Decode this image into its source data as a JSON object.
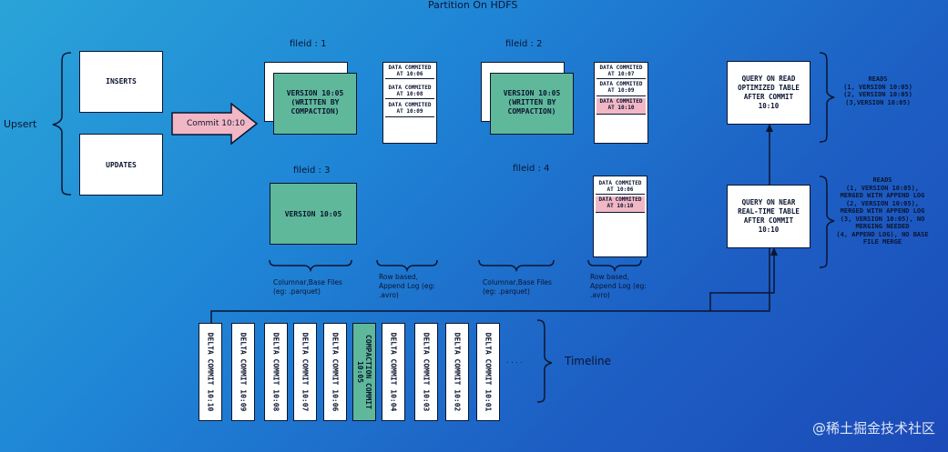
{
  "title": "Partition On HDFS",
  "upsert": {
    "label": "Upsert",
    "inserts": "INSERTS",
    "updates": "UPDATES",
    "commit_arrow": "Commit 10:10"
  },
  "fileids": [
    {
      "label": "fileid : 1",
      "base": "VERSION 10:05\n(WRITTEN BY\nCOMPACTION)",
      "log": [
        {
          "text": "DATA COMMITED\nAT 10:06",
          "highlight": false
        },
        {
          "text": "DATA COMMITED\nAT 10:08",
          "highlight": false
        },
        {
          "text": "DATA COMMITED\nAT 10:09",
          "highlight": false
        }
      ]
    },
    {
      "label": "fileid : 2",
      "base": "VERSION 10:05\n(WRITTEN BY\nCOMPACTION)",
      "log": [
        {
          "text": "DATA COMMITED\nAT 10:07",
          "highlight": false
        },
        {
          "text": "DATA COMMITED\nAT 10:09",
          "highlight": false
        },
        {
          "text": "DATA COMMITED\nAT 10:10",
          "highlight": true
        }
      ]
    },
    {
      "label": "fileid : 3",
      "base": "VERSION 10:05",
      "log": []
    },
    {
      "label": "fileid : 4",
      "base": "",
      "log": [
        {
          "text": "DATA COMMITED\nAT 10:06",
          "highlight": false
        },
        {
          "text": "DATA COMMITED\nAT 10:10",
          "highlight": true
        }
      ]
    }
  ],
  "notes": {
    "columnar_1": "Columnar,Base Files\n(eg: .parquet)",
    "rowbased_1": "Row based,\nAppend Log (eg:\n.avro)",
    "columnar_2": "Columnar,Base Files\n(eg: .parquet)",
    "rowbased_2": "Row based,\nAppend Log (eg:\n.avro)"
  },
  "queries": {
    "read_optimized": "QUERY ON READ\nOPTIMIZED TABLE\nAFTER COMMIT\n10:10",
    "near_realtime": "QUERY ON NEAR\nREAL-TIME TABLE\nAFTER COMMIT\n10:10",
    "reads_1": "READS\n(1, VERSION 10:05)\n(2, VERSION 10:05)\n(3,VERSION 10:05)",
    "reads_2": "READS\n(1, VERSION 10:05),\nMERGED WITH APPEND LOG\n(2, VERSION 10:05),\nMERGED WITH APPEND LOG\n(3, VERSION 10:05), NO\nMERGING NEEDED\n(4, APPEND LOG), NO BASE\nFILE MERGE"
  },
  "timeline": {
    "label": "Timeline",
    "ellipsis": ". . . .",
    "items": [
      {
        "text": "DELTA COMMIT 10:10",
        "compaction": false
      },
      {
        "text": "DELTA COMMIT 10:09",
        "compaction": false
      },
      {
        "text": "DELTA COMMIT 10:08",
        "compaction": false
      },
      {
        "text": "DELTA COMMIT 10:07",
        "compaction": false
      },
      {
        "text": "DELTA COMMIT 10:06",
        "compaction": false
      },
      {
        "text": "COMPACTION COMMIT\n10:05",
        "compaction": true
      },
      {
        "text": "DELTA COMMIT 10:04",
        "compaction": false
      },
      {
        "text": "DELTA COMMIT 10:03",
        "compaction": false
      },
      {
        "text": "DELTA COMMIT 10:02",
        "compaction": false
      },
      {
        "text": "DELTA COMMIT 10:01",
        "compaction": false
      }
    ]
  },
  "watermark": "@稀土掘金技术社区",
  "colors": {
    "pink": "#f1b7c4",
    "green": "#5fb89a",
    "ink": "#0b1530"
  }
}
